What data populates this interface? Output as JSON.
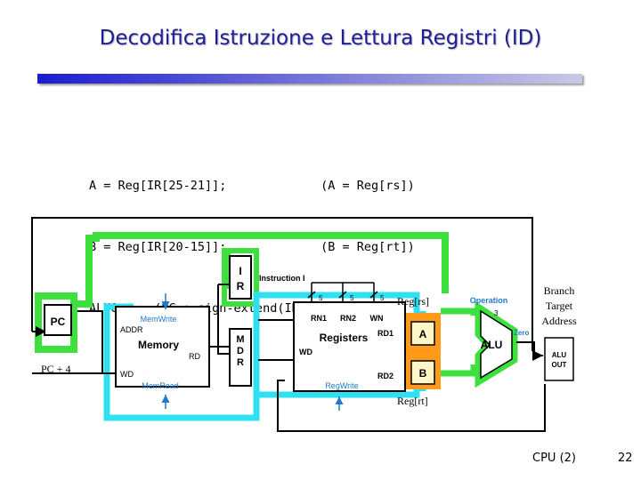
{
  "slide": {
    "title": "Decodifica Istruzione e Lettura Registri (ID)",
    "footer_left": "CPU (2)",
    "page_number": "22"
  },
  "code_lines": [
    "A = Reg[IR[25-21]];             (A = Reg[rs])",
    "B = Reg[IR[20-15]];             (B = Reg[rt])",
    "ALUOut = (PC + sign-extend(IR[15-0]) << 2)"
  ],
  "diagram": {
    "pc": "PC",
    "memwrite": "MemWrite",
    "addr": "ADDR",
    "memory": "Memory",
    "rd": "RD",
    "wd_mem": "WD",
    "memread": "MemRead",
    "ir_i": "I",
    "ir_r": "R",
    "mdr_m": "M",
    "mdr_d": "D",
    "mdr_r": "R",
    "instruction_i": "Instruction I",
    "bus5_a": "5",
    "bus5_b": "5",
    "bus5_c": "5",
    "rn1": "RN1",
    "rn2": "RN2",
    "wn": "WN",
    "registers": "Registers",
    "rd1": "RD1",
    "rd2": "RD2",
    "wd_reg": "WD",
    "regwrite": "RegWrite",
    "a": "A",
    "b": "B",
    "operation": "Operation",
    "op_bits": "3",
    "zero": "Zero",
    "alu": "ALU",
    "aluout_1": "ALU",
    "aluout_2": "OUT",
    "reg_rs": "Reg[rs]",
    "reg_rt": "Reg[rt]",
    "pc_plus_4": "PC + 4",
    "branch_1": "Branch",
    "branch_2": "Target",
    "branch_3": "Address"
  },
  "colors": {
    "title": "#1f1f8f",
    "highlight_green": "#3ee03e",
    "highlight_cyan": "#2fe0f0",
    "highlight_orange": "#ff9a1a",
    "control_blue": "#1f7acb",
    "box_yellow": "#fff7c8"
  }
}
